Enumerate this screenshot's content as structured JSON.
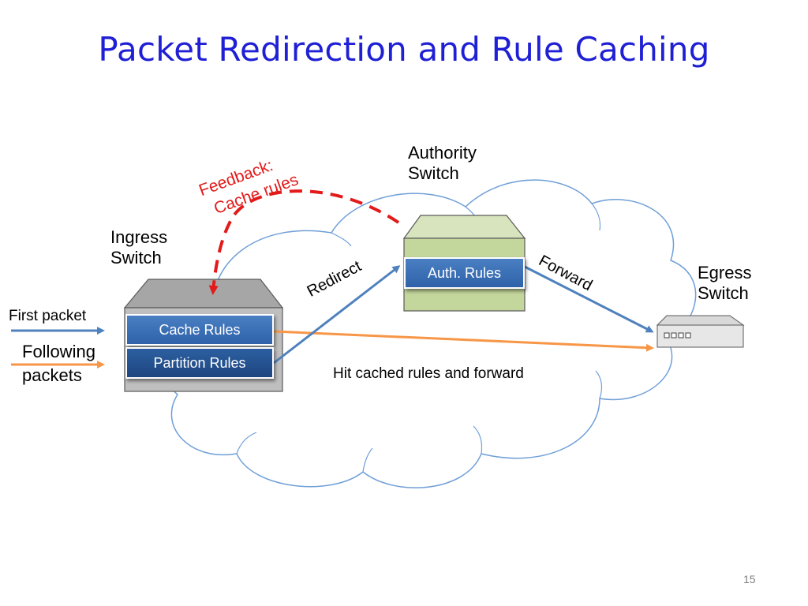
{
  "title": "Packet Redirection and Rule Caching",
  "labels": {
    "authority_switch": [
      "Authority",
      "Switch"
    ],
    "ingress_switch": [
      "Ingress",
      "Switch"
    ],
    "egress_switch": [
      "Egress",
      "Switch"
    ],
    "first_packet": "First packet",
    "following_packets": [
      "Following",
      "packets"
    ],
    "feedback": [
      "Feedback:",
      "Cache rules"
    ],
    "redirect": "Redirect",
    "forward": "Forward",
    "hit_cached": "Hit cached rules and forward"
  },
  "boxes": {
    "cache_rules": "Cache Rules",
    "partition_rules": "Partition Rules",
    "auth_rules": "Auth. Rules"
  },
  "page_number": "15",
  "colors": {
    "title": "#1f1fd6",
    "blue_arrow": "#4f81bd",
    "orange_arrow": "#f79646",
    "feedback": "#e31a1a",
    "cloud_stroke": "#6f9fd8",
    "auth_switch_fill": "#c3d69b",
    "ingress_switch_fill": "#bfbfbf"
  }
}
